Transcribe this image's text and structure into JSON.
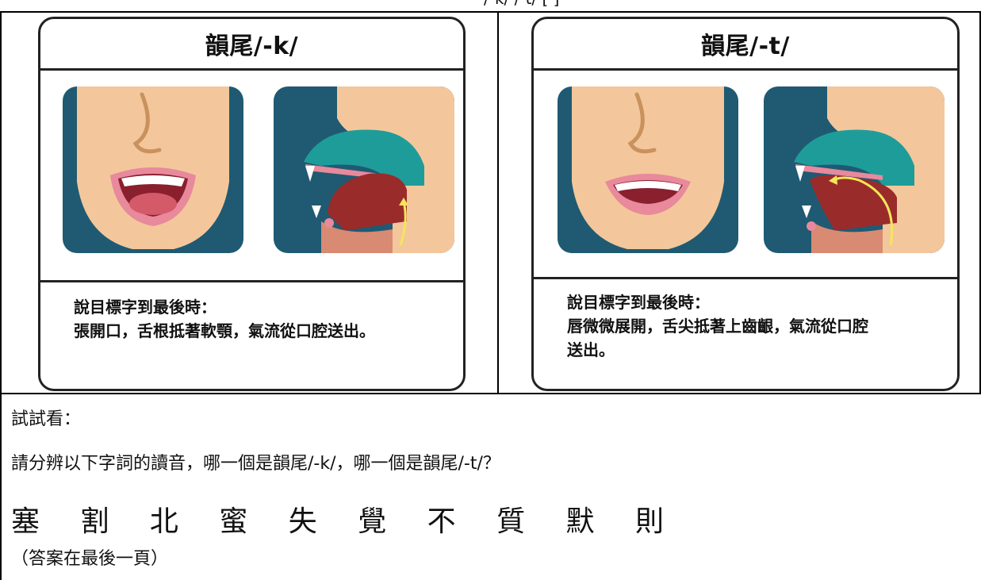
{
  "header_fragment": "/-k/ /-t/ [ ]",
  "cards": [
    {
      "title": "韻尾/-k/",
      "text_heading": "說目標字到最後時：",
      "text_lines": [
        "張開口，舌根抵著軟顎，氣流從口腔送出。"
      ]
    },
    {
      "title": "韻尾/-t/",
      "text_heading": "說目標字到最後時：",
      "text_lines": [
        "唇微微展開，舌尖抵著上齒齦，氣流從口腔",
        "送出。"
      ]
    }
  ],
  "exercise": {
    "label": "試試看：",
    "instruction": "請分辨以下字詞的讀音，哪一個是韻尾/-k/，哪一個是韻尾/-t/？",
    "words": "塞 割 北 蜜 失 覺 不 質 默 則",
    "note": "（答案在最後一頁）"
  },
  "colors": {
    "teal_bg": "#1f5a72",
    "skin": "#f3c79b",
    "lip": "#e8899c",
    "tongue_dark": "#9a2b2b",
    "palate_teal": "#1e9c9a",
    "airflow": "#f4e65a"
  },
  "icons": [
    "face-mouth-open-illustration",
    "sagittal-tongue-back-illustration",
    "face-mouth-smile-illustration",
    "sagittal-tongue-tip-illustration"
  ]
}
